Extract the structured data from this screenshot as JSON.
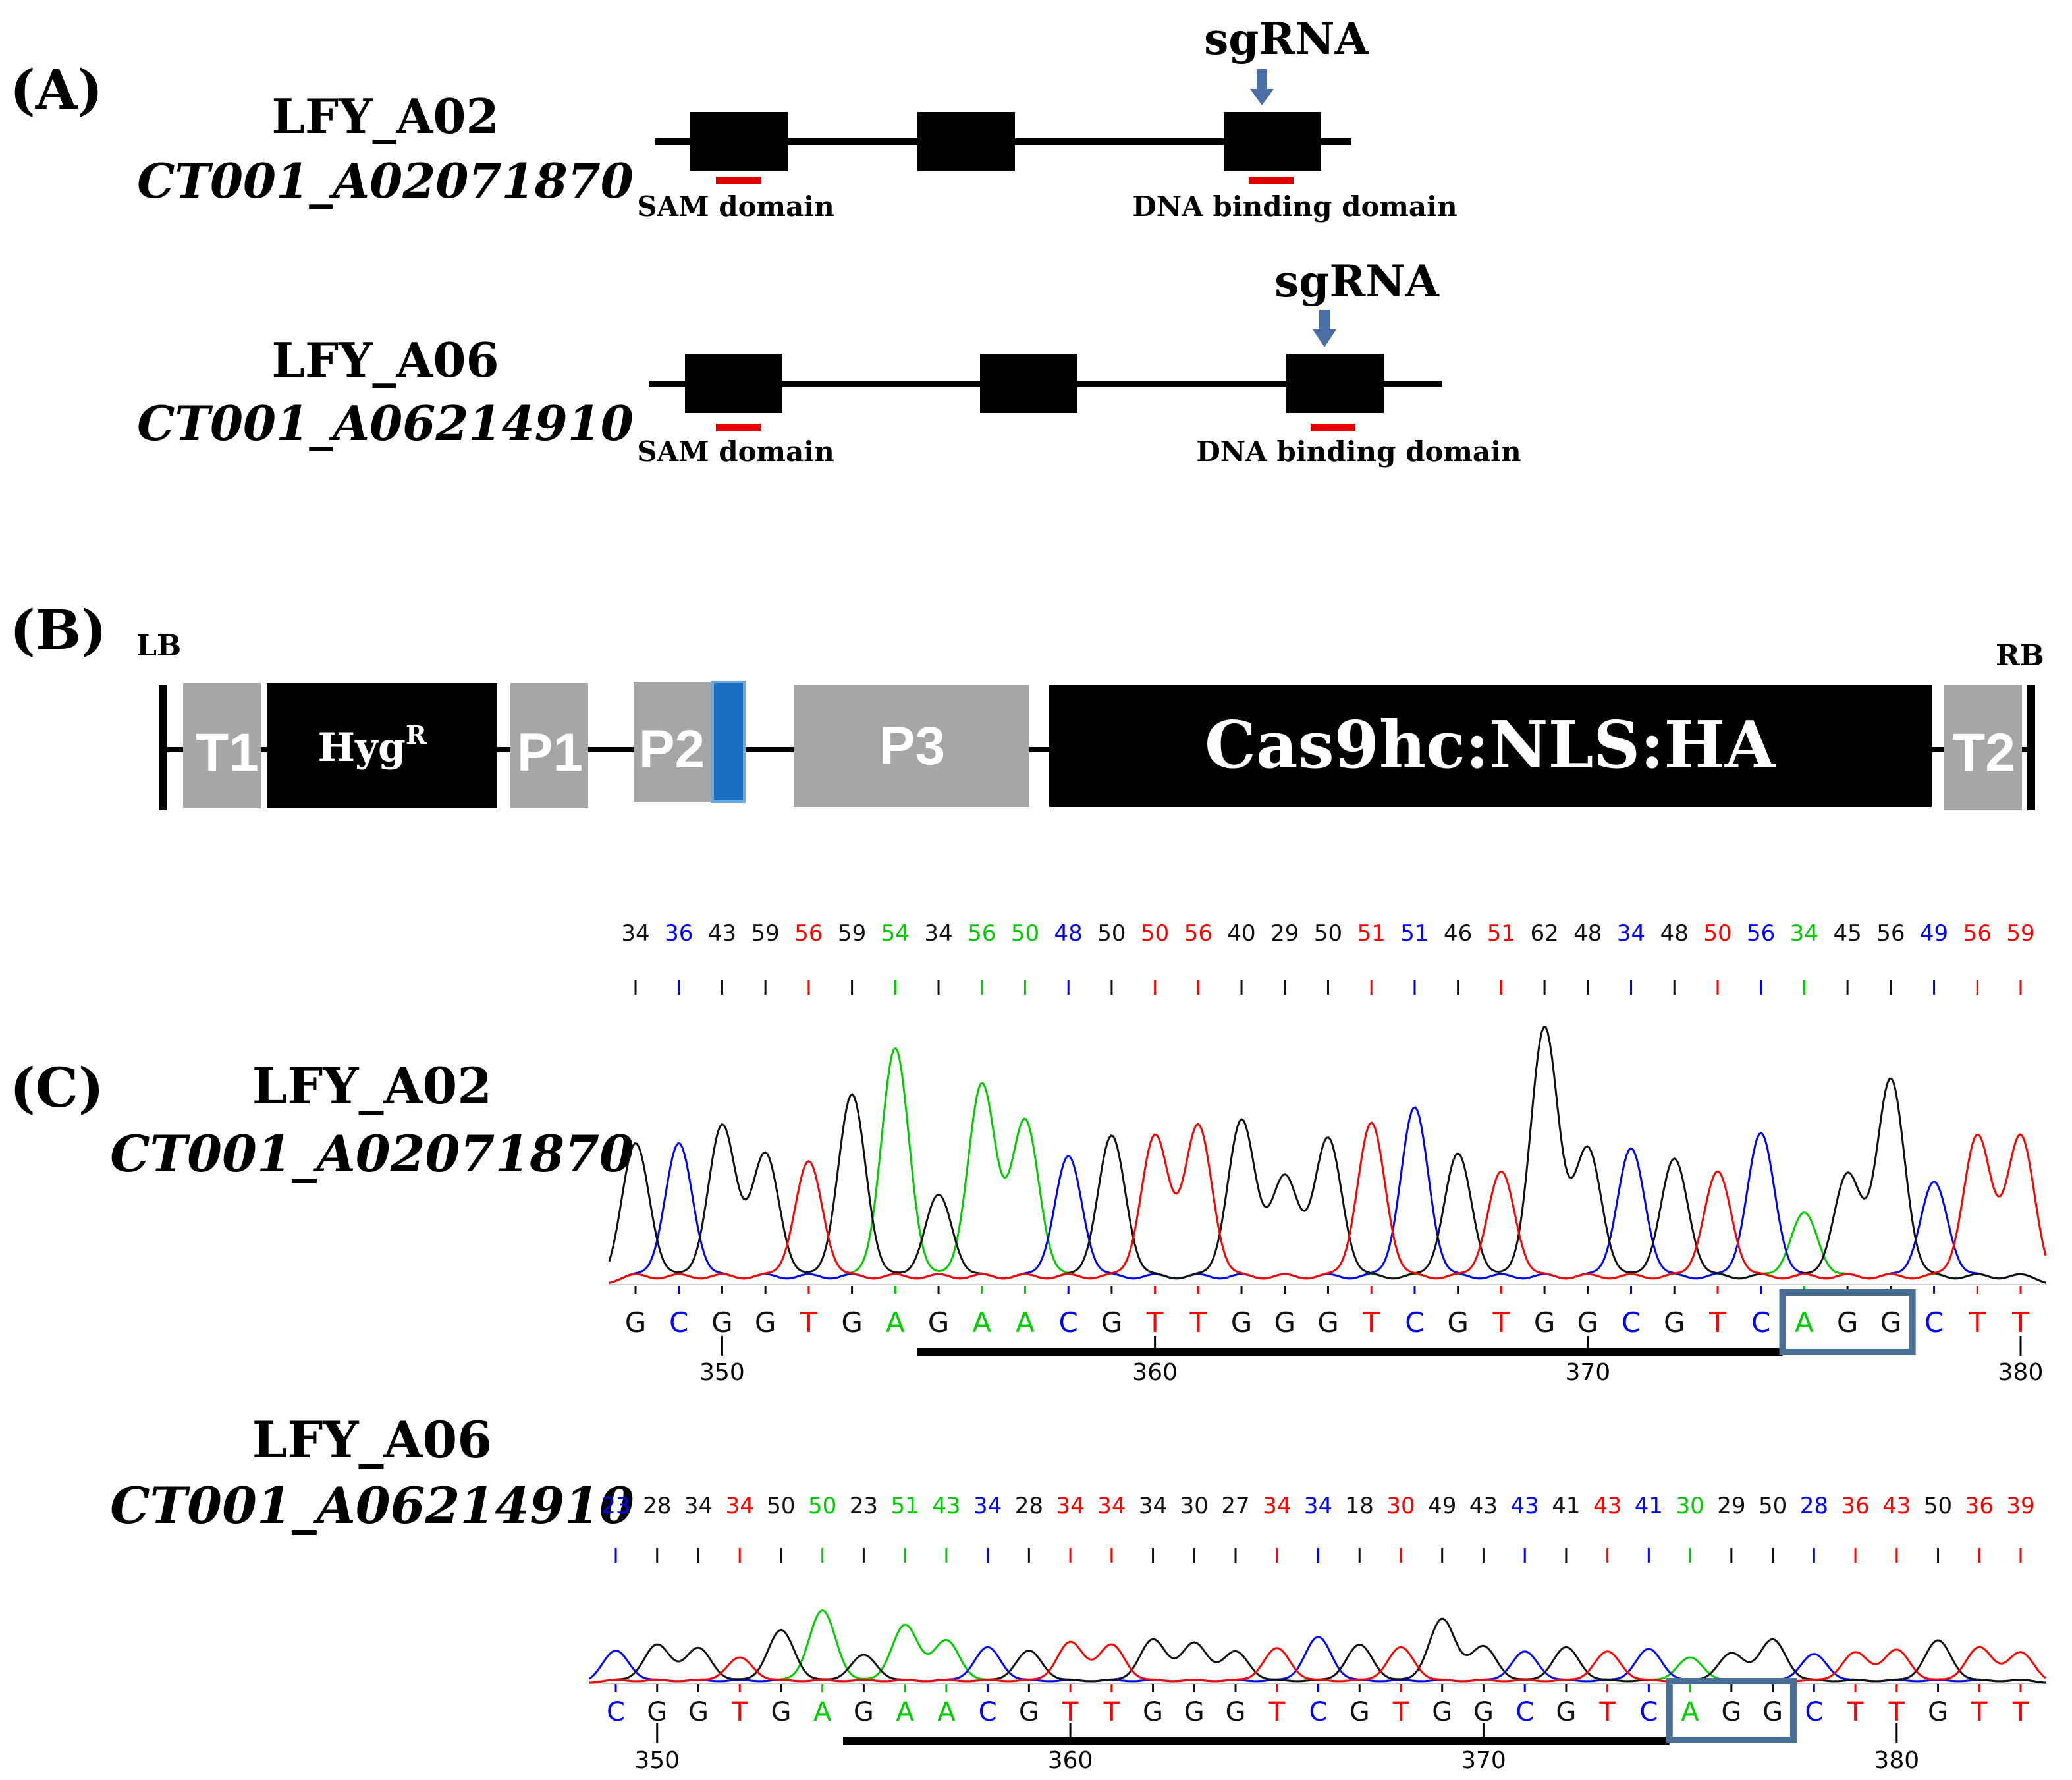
{
  "colors": {
    "A": "#00cc00",
    "C": "#0000ff",
    "G": "#111111",
    "T": "#ff0000",
    "arrow": "#4a6fa5",
    "domain_bar": "#e00000",
    "pam_box": "#4a6f96",
    "blue_block": "#1b6fc2",
    "grey_block": "#a6a6a6"
  },
  "panel_a": {
    "label": "(A)",
    "genes": [
      {
        "name": "LFY_A02",
        "id": "CT001_A02071870",
        "sgrna_label": "sgRNA",
        "domains": [
          "SAM domain",
          "DNA binding domain"
        ]
      },
      {
        "name": "LFY_A06",
        "id": "CT001_A06214910",
        "sgrna_label": "sgRNA",
        "domains": [
          "SAM domain",
          "DNA binding domain"
        ]
      }
    ]
  },
  "panel_b": {
    "label": "(B)",
    "lb": "LB",
    "rb": "RB",
    "blocks": {
      "t1": "T1",
      "hyg": "Hyg",
      "hyg_sup": "R",
      "p1": "P1",
      "p2": "P2",
      "p3": "P3",
      "cas9": "Cas9hc:NLS:HA",
      "t2": "T2"
    }
  },
  "panel_c": {
    "label": "(C)",
    "traces": [
      {
        "name": "LFY_A02",
        "id": "CT001_A02071870",
        "qualities": [
          "34",
          "36",
          "43",
          "59",
          "56",
          "59",
          "54",
          "34",
          "56",
          "50",
          "48",
          "50",
          "50",
          "56",
          "40",
          "29",
          "50",
          "51",
          "51",
          "46",
          "51",
          "62",
          "48",
          "34",
          "48",
          "50",
          "56",
          "34",
          "45",
          "56",
          "49",
          "56",
          "59"
        ],
        "bases": [
          "G",
          "C",
          "G",
          "G",
          "T",
          "G",
          "A",
          "G",
          "A",
          "A",
          "C",
          "G",
          "T",
          "T",
          "G",
          "G",
          "G",
          "T",
          "C",
          "G",
          "T",
          "G",
          "G",
          "C",
          "G",
          "T",
          "C",
          "A",
          "G",
          "G",
          "C",
          "T",
          "T"
        ],
        "peaks": [
          55,
          55,
          62,
          51,
          48,
          74,
          92,
          35,
          78,
          64,
          50,
          58,
          58,
          62,
          64,
          42,
          57,
          63,
          69,
          51,
          44,
          100,
          53,
          53,
          49,
          44,
          59,
          28,
          43,
          80,
          40,
          58,
          58
        ],
        "positions": {
          "first": 348,
          "ticks": [
            "350",
            "360",
            "370",
            "380"
          ]
        }
      },
      {
        "name": "LFY_A06",
        "id": "CT001_A06214910",
        "qualities": [
          "23",
          "28",
          "34",
          "34",
          "50",
          "50",
          "23",
          "51",
          "43",
          "34",
          "28",
          "34",
          "34",
          "34",
          "30",
          "27",
          "34",
          "34",
          "18",
          "30",
          "49",
          "43",
          "43",
          "41",
          "43",
          "41",
          "30",
          "29",
          "50",
          "28",
          "36",
          "43",
          "50",
          "36",
          "39"
        ],
        "bases": [
          "C",
          "G",
          "G",
          "T",
          "G",
          "A",
          "G",
          "A",
          "A",
          "C",
          "G",
          "T",
          "T",
          "G",
          "G",
          "G",
          "T",
          "C",
          "G",
          "T",
          "G",
          "G",
          "C",
          "G",
          "T",
          "C",
          "A",
          "G",
          "G",
          "C",
          "T",
          "T",
          "G",
          "T",
          "T"
        ],
        "peaks": [
          38,
          45,
          41,
          30,
          62,
          85,
          33,
          68,
          50,
          42,
          38,
          48,
          45,
          51,
          47,
          37,
          41,
          54,
          45,
          42,
          75,
          43,
          37,
          42,
          37,
          40,
          30,
          35,
          51,
          34,
          36,
          39,
          50,
          42,
          36
        ],
        "positions": {
          "first": 349,
          "ticks": [
            "350",
            "360",
            "370",
            "380"
          ]
        }
      }
    ]
  }
}
